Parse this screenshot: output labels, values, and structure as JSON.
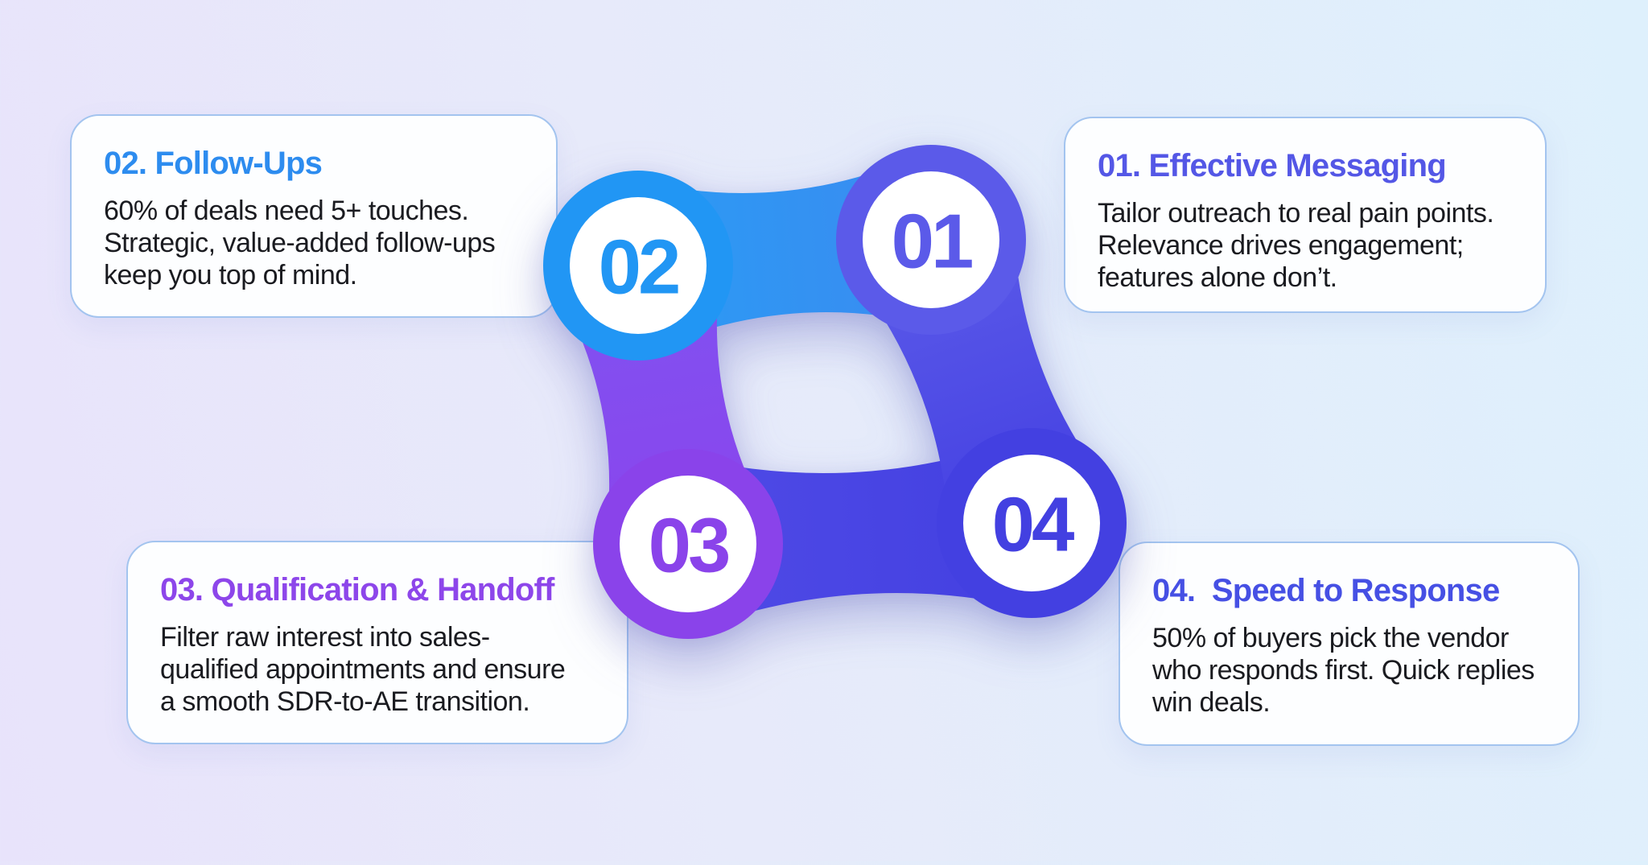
{
  "background": {
    "gradient_from": "#e8e3fb",
    "gradient_to": "#def0fc"
  },
  "cards": [
    {
      "number": "01",
      "title": "01. Effective Messaging",
      "body": [
        "Tailor outreach to real pain points.",
        "Relevance drives engagement;",
        "features alone don’t."
      ],
      "accent": "#5457e6"
    },
    {
      "number": "02",
      "title": "02. Follow-Ups",
      "body": [
        "60% of deals need 5+ touches.",
        "Strategic, value-added follow-ups",
        "keep you top of mind."
      ],
      "accent": "#2d8cef"
    },
    {
      "number": "03",
      "title": "03. Qualification & Handoff",
      "body": [
        "Filter raw interest into sales-",
        "qualified appointments and ensure",
        "a smooth SDR-to-AE transition."
      ],
      "accent": "#8d46ea"
    },
    {
      "number": "04",
      "title": "04.  Speed to Response",
      "body": [
        "50% of buyers pick the vendor",
        "who responds first. Quick replies",
        "win deals."
      ],
      "accent": "#4650e4"
    }
  ],
  "diagram": {
    "type": "process-chain",
    "nodes": [
      {
        "label": "01",
        "color": "#5b5ae9"
      },
      {
        "label": "02",
        "color": "#2196f4"
      },
      {
        "label": "03",
        "color": "#8a43ea"
      },
      {
        "label": "04",
        "color": "#4340e1"
      }
    ],
    "links": [
      {
        "from": "02",
        "to": "01",
        "color": "#2b9bf4"
      },
      {
        "from": "02",
        "to": "03",
        "color": "#8a4cf0"
      },
      {
        "from": "03",
        "to": "04",
        "color": "#4a43e6"
      },
      {
        "from": "01",
        "to": "04",
        "color": "#5b5ae9"
      }
    ]
  }
}
